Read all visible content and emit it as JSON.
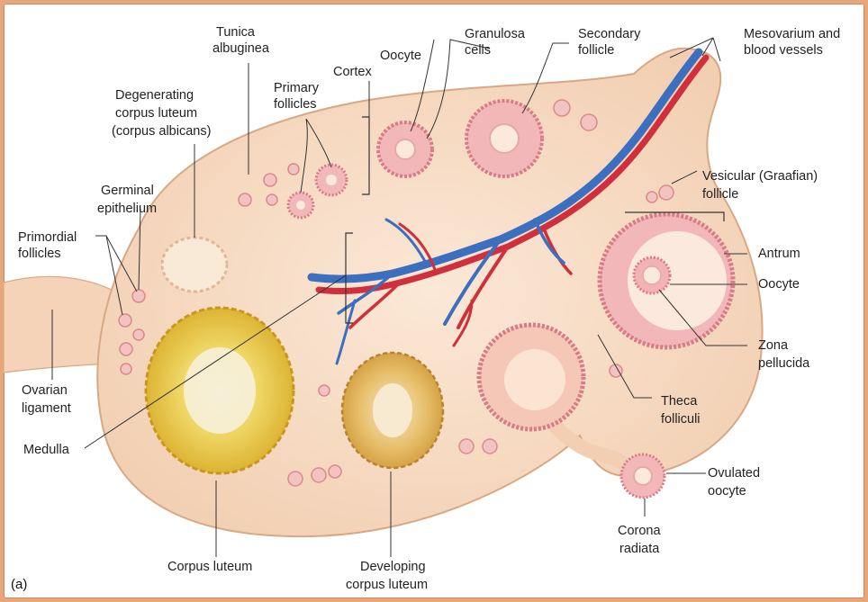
{
  "panel_label": "(a)",
  "labels": {
    "tunica_albuginea": [
      "Tunica",
      "albuginea"
    ],
    "cortex": "Cortex",
    "oocyte_top": "Oocyte",
    "granulosa_cells": [
      "Granulosa",
      "cells"
    ],
    "secondary_follicle": [
      "Secondary",
      "follicle"
    ],
    "mesovarium": [
      "Mesovarium and",
      "blood vessels"
    ],
    "degenerating_corpus_luteum": [
      "Degenerating",
      "corpus luteum",
      "(corpus albicans)"
    ],
    "primary_follicles": [
      "Primary",
      "follicles"
    ],
    "germinal_epithelium": [
      "Germinal",
      "epithelium"
    ],
    "primordial_follicles": [
      "Primordial",
      "follicles"
    ],
    "vesicular_follicle": [
      "Vesicular (Graafian)",
      "follicle"
    ],
    "antrum": "Antrum",
    "oocyte_right": "Oocyte",
    "zona_pellucida": [
      "Zona",
      "pellucida"
    ],
    "theca_folliculi": [
      "Theca",
      "folliculi"
    ],
    "ovarian_ligament": [
      "Ovarian",
      "ligament"
    ],
    "medulla": "Medulla",
    "ovulated_oocyte": [
      "Ovulated",
      "oocyte"
    ],
    "corona_radiata": [
      "Corona",
      "radiata"
    ],
    "corpus_luteum": "Corpus luteum",
    "developing_corpus_luteum": [
      "Developing",
      "corpus luteum"
    ]
  },
  "colors": {
    "tissue": "#f7dcc4",
    "tissue_edge": "#d9a883",
    "follicle_ring": "#d97a86",
    "corpus_luteum": "#e6c23a",
    "artery": "#d0303c",
    "vein": "#3c6fc0"
  }
}
